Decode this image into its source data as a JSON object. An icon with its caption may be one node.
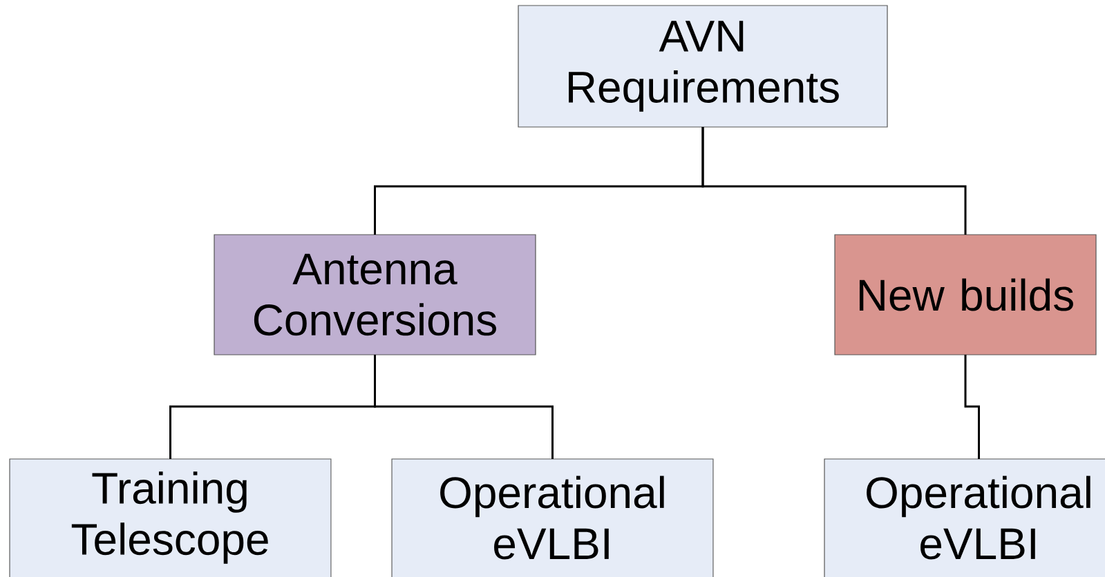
{
  "diagram": {
    "nodes": [
      {
        "text": [
          "AVN Requirements"
        ]
      },
      {
        "text": [
          "Antenna Conversions"
        ]
      },
      {
        "text": [
          "New builds"
        ]
      },
      {
        "text": [
          "Training Telescope"
        ]
      },
      {
        "text": [
          "Operational eVLBI"
        ]
      },
      {
        "text": [
          "Operational eVLBI"
        ]
      }
    ],
    "edges": [
      {
        "from": 0,
        "to": 1,
        "arrow": "none"
      },
      {
        "from": 0,
        "to": 2,
        "arrow": "none"
      },
      {
        "from": 1,
        "to": 3,
        "arrow": "none"
      },
      {
        "from": 1,
        "to": 4,
        "arrow": "none"
      },
      {
        "from": 2,
        "to": 5,
        "arrow": "none"
      }
    ]
  }
}
